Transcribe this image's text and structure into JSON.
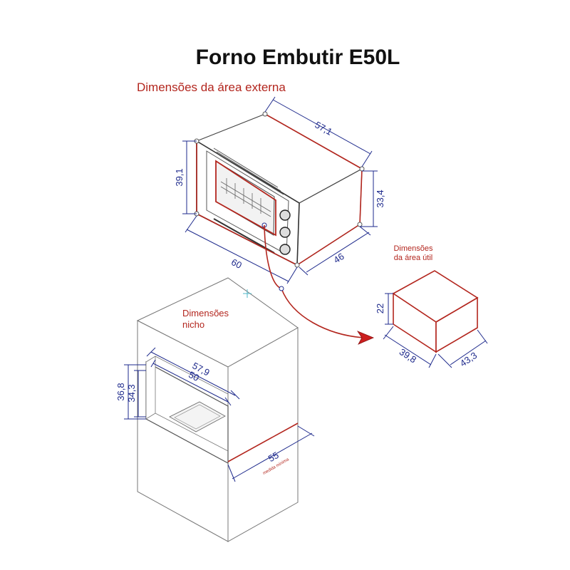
{
  "title": "Forno Embutir E50L",
  "sections": {
    "external": "Dimensões da área externa",
    "useful_line1": "Dimensões",
    "useful_line2": "da área útil",
    "niche_line1": "Dimensões",
    "niche_line2": "nicho"
  },
  "dimensions": {
    "oven_depth": "57,1",
    "oven_height_front": "39,1",
    "oven_height_side": "33,4",
    "oven_width": "60",
    "oven_side_depth": "46",
    "useful_height": "22",
    "useful_width": "39,8",
    "useful_depth": "43,3",
    "niche_width_outer": "57,9",
    "niche_width_inner": "50",
    "niche_height_outer": "36,8",
    "niche_height_inner": "34,3",
    "niche_depth": "55",
    "niche_depth_note": "medida mínima"
  },
  "colors": {
    "accent_red": "#b3261e",
    "dimension_navy": "#1e2a8c",
    "outline_gray": "#666666"
  }
}
